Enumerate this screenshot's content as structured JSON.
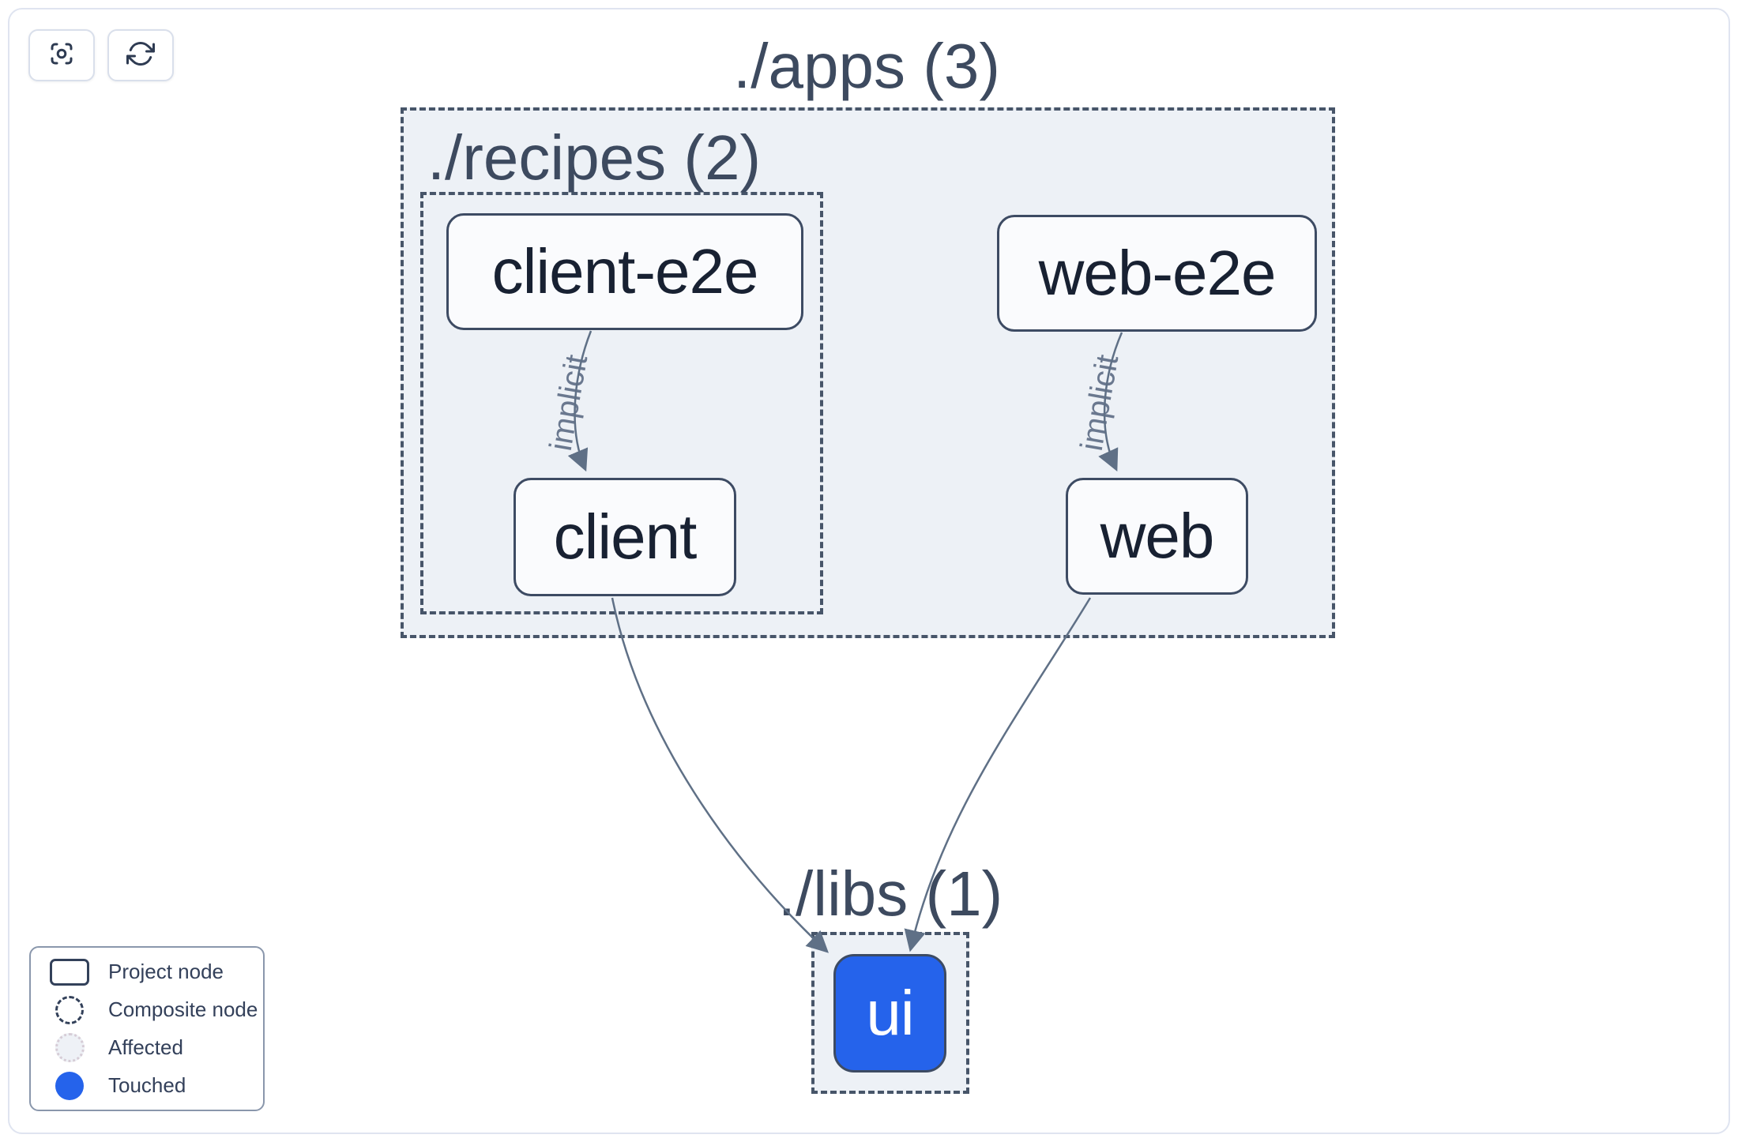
{
  "toolbar": {
    "buttons": [
      {
        "name": "center-graph",
        "icon": "scan-focus-icon"
      },
      {
        "name": "refresh-graph",
        "icon": "refresh-icon"
      }
    ]
  },
  "graph": {
    "groups": [
      {
        "id": "apps",
        "label": "./apps (3)"
      },
      {
        "id": "recipes",
        "label": "./recipes (2)"
      },
      {
        "id": "libs",
        "label": "./libs (1)"
      }
    ],
    "nodes": [
      {
        "id": "client-e2e",
        "label": "client-e2e",
        "group": "recipes",
        "state": "default"
      },
      {
        "id": "client",
        "label": "client",
        "group": "recipes",
        "state": "default"
      },
      {
        "id": "web-e2e",
        "label": "web-e2e",
        "group": "apps",
        "state": "default"
      },
      {
        "id": "web",
        "label": "web",
        "group": "apps",
        "state": "default"
      },
      {
        "id": "ui",
        "label": "ui",
        "group": "libs",
        "state": "touched"
      }
    ],
    "edges": [
      {
        "from": "client-e2e",
        "to": "client",
        "type": "implicit",
        "label": "implicit"
      },
      {
        "from": "web-e2e",
        "to": "web",
        "type": "implicit",
        "label": "implicit"
      },
      {
        "from": "client",
        "to": "ui",
        "type": "static",
        "label": ""
      },
      {
        "from": "web",
        "to": "ui",
        "type": "static",
        "label": ""
      }
    ]
  },
  "legend": {
    "items": [
      {
        "swatch": "project-node",
        "label": "Project node"
      },
      {
        "swatch": "composite-node",
        "label": "Composite node"
      },
      {
        "swatch": "affected",
        "label": "Affected"
      },
      {
        "swatch": "touched",
        "label": "Touched"
      }
    ]
  },
  "colors": {
    "touched": "#2563eb",
    "edge": "#5f7086",
    "composite_border": "#475569",
    "composite_fill": "#edf1f6",
    "node_border": "#3d4b63",
    "node_fill": "#fafbfd"
  }
}
